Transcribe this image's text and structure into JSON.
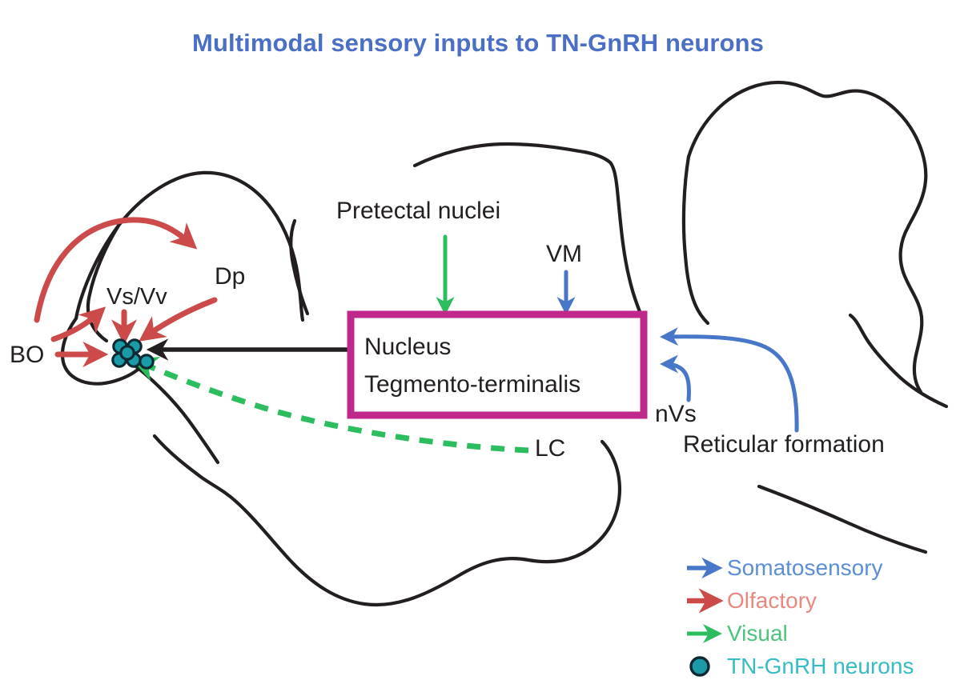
{
  "title": "Multimodal sensory inputs to TN-GnRH neurons",
  "colors": {
    "title_blue": "#4a6fc4",
    "somatosensory_arrow": "#4876c9",
    "somatosensory_text": "#5b8ed6",
    "olfactory_arrow": "#cc4a4a",
    "olfactory_text": "#e8897f",
    "visual_arrow": "#2bbd5e",
    "visual_text": "#4cc47c",
    "neuron_fill": "#1b9aa8",
    "neuron_stroke": "#0d2a33",
    "tngnrh_text": "#35bcc4",
    "box_border": "#c0288c",
    "outline_black": "#231f20"
  },
  "nucleus_box": {
    "line1": "Nucleus",
    "line2": "Tegmento-terminalis"
  },
  "region_labels": {
    "pretectal": "Pretectal nuclei",
    "vm": "VM",
    "dp": "Dp",
    "vsvv": "Vs/Vv",
    "bo": "BO",
    "nvs": "nVs",
    "reticular_formation": "Reticular formation",
    "lc": "LC"
  },
  "legend": {
    "items": [
      {
        "icon": "arrow-right-icon",
        "label": "Somatosensory",
        "color": "#5b8ed6",
        "arrow_color": "#4876c9",
        "type": "arrow"
      },
      {
        "icon": "arrow-right-icon",
        "label": "Olfactory",
        "color": "#e8897f",
        "arrow_color": "#cc4a4a",
        "type": "arrow"
      },
      {
        "icon": "arrow-right-icon",
        "label": "Visual",
        "color": "#4cc47c",
        "arrow_color": "#2bbd5e",
        "type": "arrow"
      },
      {
        "icon": "filled-circle-icon",
        "label": "TN-GnRH neurons",
        "color": "#35bcc4",
        "arrow_color": "#1b9aa8",
        "type": "dot"
      }
    ]
  }
}
